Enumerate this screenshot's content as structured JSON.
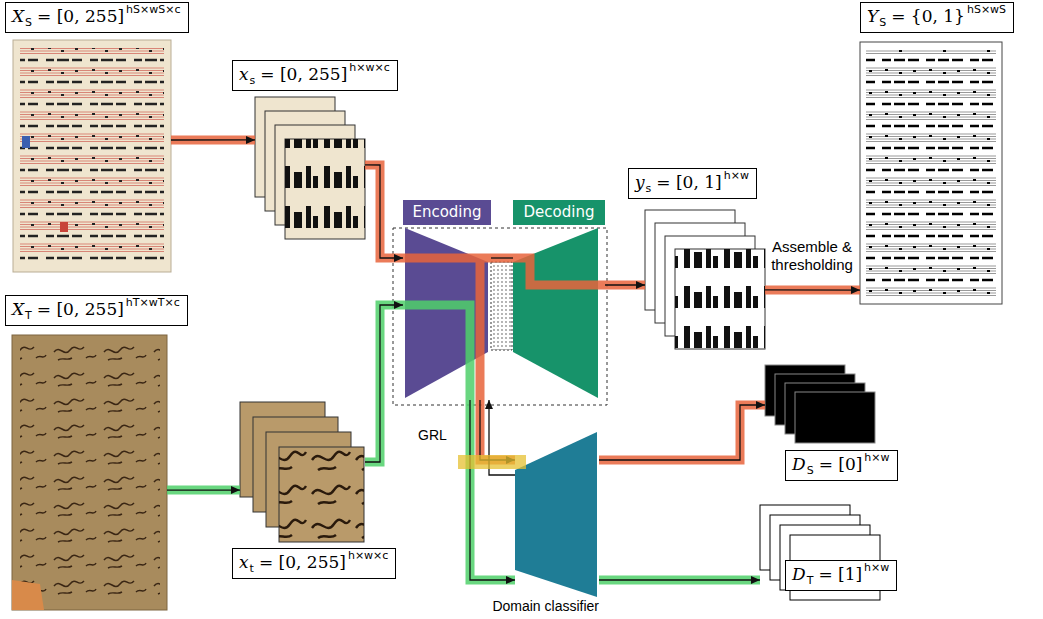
{
  "diagram": {
    "nodes": [
      {
        "text": [
          "X",
          "S",
          "= [0, 255]",
          "hS×wS×c"
        ]
      },
      {
        "text": [
          "x",
          "s",
          "= [0, 255]",
          "h×w×c"
        ]
      },
      {
        "text": [
          "Encoding"
        ]
      },
      {
        "text": [
          "Decoding"
        ]
      },
      {
        "text": [
          "y",
          "s",
          "= [0, 1]",
          "h×w"
        ]
      },
      {
        "text": [
          "Y",
          "S",
          "= {0, 1}",
          "hS×wS"
        ]
      },
      {
        "text": [
          "X",
          "T",
          "= [0, 255]",
          "hT×wT×c"
        ]
      },
      {
        "text": [
          "x",
          "t",
          "= [0, 255]",
          "h×w×c"
        ]
      },
      {
        "text": [
          "GRL"
        ]
      },
      {
        "text": [
          "Domain classifier"
        ]
      },
      {
        "text": [
          "D",
          "S",
          "= [0]",
          "h×w"
        ]
      },
      {
        "text": [
          "D",
          "T",
          "= [1]",
          "h×w"
        ]
      }
    ],
    "edges": [
      {
        "from": 0,
        "to": 1,
        "arrow": "to"
      },
      {
        "from": 1,
        "to": 2,
        "arrow": "to"
      },
      {
        "from": 6,
        "to": 7,
        "arrow": "to"
      },
      {
        "from": 7,
        "to": 2,
        "arrow": "to"
      },
      {
        "from": 2,
        "to": 3,
        "arrow": "none"
      },
      {
        "from": 3,
        "to": 4,
        "arrow": "to"
      },
      {
        "from": 4,
        "to": 5,
        "label": "Assemble & thresholding",
        "arrow": "to"
      },
      {
        "from": 2,
        "to": 9,
        "arrow": "to"
      },
      {
        "from": 2,
        "to": 9,
        "arrow": "to"
      },
      {
        "from": 9,
        "to": 10,
        "arrow": "to"
      },
      {
        "from": 9,
        "to": 11,
        "arrow": "to"
      },
      {
        "from": 9,
        "to": 2,
        "arrow": "to"
      }
    ]
  }
}
